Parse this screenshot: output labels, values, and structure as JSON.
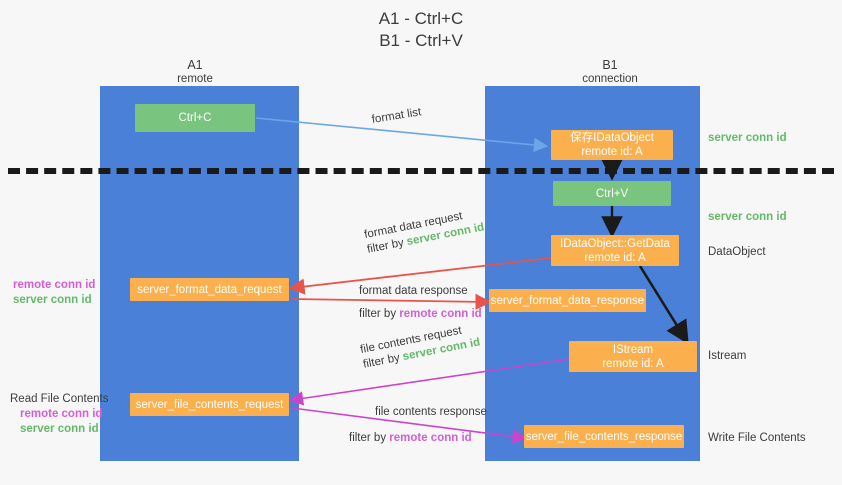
{
  "title": "A1 - Ctrl+C\nB1 - Ctrl+V",
  "colors": {
    "lane": "#4a80d8",
    "green_node": "#79c47e",
    "orange_node": "#fbb04d",
    "server_conn_id": "#64b96a",
    "remote_conn_id": "#d45fd4",
    "red_arrow": "#e8544a",
    "magenta_arrow": "#cc44cc",
    "blue_arrow": "#6aa6e8",
    "black_arrow": "#1a1a1a",
    "background": "#f7f7f7"
  },
  "columns": [
    {
      "name": "A1",
      "sub": "remote"
    },
    {
      "name": "B1",
      "sub": "connection"
    }
  ],
  "nodes": [
    {
      "id": "ctrl-c",
      "label": "Ctrl+C",
      "label2": "",
      "kind": "green"
    },
    {
      "id": "save-idataobject",
      "label": "保存IDataObject",
      "label2": "remote id: A",
      "kind": "orange"
    },
    {
      "id": "ctrl-v",
      "label": "Ctrl+V",
      "label2": "",
      "kind": "green"
    },
    {
      "id": "idataobject-getdata",
      "label": "IDataObject::GetData",
      "label2": "remote id: A",
      "kind": "orange"
    },
    {
      "id": "server-format-data-request",
      "label": "server_format_data_request",
      "label2": "",
      "kind": "orange"
    },
    {
      "id": "server-format-data-response",
      "label": "server_format_data_response",
      "label2": "",
      "kind": "orange"
    },
    {
      "id": "istream",
      "label": "IStream",
      "label2": "remote id: A",
      "kind": "orange"
    },
    {
      "id": "server-file-contents-request",
      "label": "server_file_contents_request",
      "label2": "",
      "kind": "orange"
    },
    {
      "id": "server-file-contents-response",
      "label": "server_file_contents_response",
      "label2": "",
      "kind": "orange"
    }
  ],
  "edge_labels": {
    "format_list": "format list",
    "format_data_request": "format data request",
    "format_data_request_filter_prefix": "filter by ",
    "format_data_request_filter_value": "server conn id",
    "format_data_response": "format data response",
    "format_data_response_filter_prefix": "filter by ",
    "format_data_response_filter_value": "remote conn id",
    "file_contents_request": "file contents request",
    "file_contents_request_filter_prefix": "filter by ",
    "file_contents_request_filter_value": "server conn id",
    "file_contents_response": "file contents response",
    "file_contents_response_filter_prefix": "filter by ",
    "file_contents_response_filter_value": "remote conn id"
  },
  "right_notes": {
    "server_conn_id_top": "server conn id",
    "server_conn_id_mid": "server conn id",
    "data_object": "DataObject",
    "istream": "Istream",
    "write_file_contents": "Write File Contents"
  },
  "left_notes": {
    "upper_remote": "remote conn id",
    "upper_server": "server conn id",
    "read_file_contents": "Read File Contents",
    "lower_remote": "remote conn id",
    "lower_server": "server conn id"
  }
}
